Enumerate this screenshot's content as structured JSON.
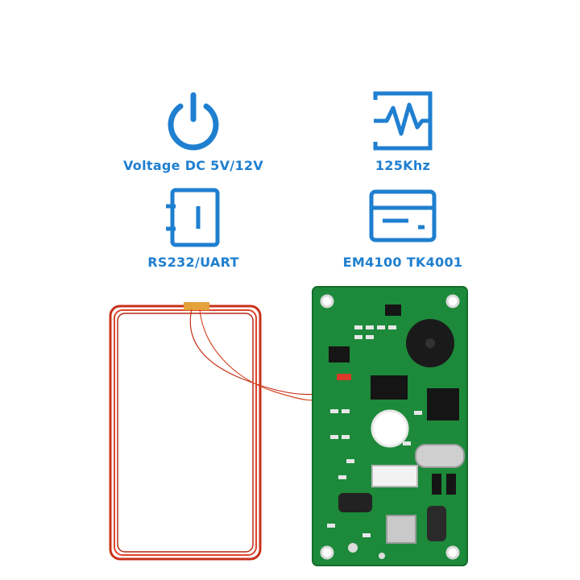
{
  "features": {
    "voltage": {
      "label": "Voltage DC 5V/12V",
      "icon": "power-icon"
    },
    "frequency": {
      "label": "125Khz",
      "icon": "waveform-icon"
    },
    "interface": {
      "label": "RS232/UART",
      "icon": "circuit-module-icon"
    },
    "chip": {
      "label": "EM4100 TK4001",
      "icon": "card-icon"
    }
  },
  "colors": {
    "accent": "#1f7fd0",
    "pcb": "#1c8a3a",
    "coil": "#d2391f",
    "background": "#ffffff"
  }
}
